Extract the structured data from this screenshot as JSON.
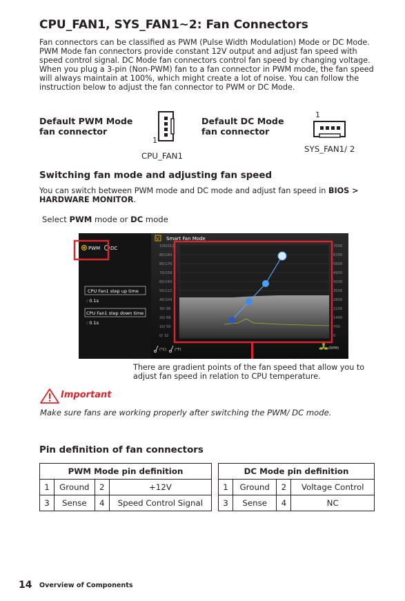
{
  "title": "CPU_FAN1, SYS_FAN1~2: Fan Connectors",
  "intro": "Fan connectors can be classified as PWM (Pulse Width Modulation) Mode or DC Mode. PWM Mode fan connectors provide constant 12V output and adjust fan speed with speed control signal. DC Mode fan connectors control fan speed by changing voltage. When you plug a 3-pin (Non-PWM) fan to a fan connector in PWM mode, the fan speed will always maintain at 100%, which might create a lot of noise. You can follow the instruction below to adjust the fan connector to PWM or DC Mode.",
  "connectors": {
    "pwm_label": "Default PWM Mode fan connector",
    "pwm_pin": "1",
    "pwm_name": "CPU_FAN1",
    "dc_label": "Default DC Mode fan connector",
    "dc_pin": "1",
    "dc_name": "SYS_FAN1/ 2"
  },
  "switching": {
    "heading": "Switching fan mode and adjusting fan speed",
    "text_before": "You can switch between PWM mode and DC mode and adjust fan speed in ",
    "text_bold": "BIOS > HARDWARE MONITOR",
    "text_after": "."
  },
  "select_caption": {
    "prefix": "Select ",
    "pwm": "PWM",
    "middle": " mode or ",
    "dc": "DC",
    "suffix": " mode"
  },
  "bios": {
    "panel_title": "Smart Fan Mode",
    "checkbox": "V",
    "pwm_option": "PWM",
    "dc_option": "DC",
    "step_up_label": "CPU Fan1 step up time",
    "step_up_value": ": 0.1s",
    "step_down_label": "CPU Fan1 step down time",
    "step_down_value": ": 0.1s",
    "y_left_ticks": [
      "100/212",
      "80/194",
      "80/176",
      "70/158",
      "60/140",
      "50/122",
      "40/104",
      "30/ 86",
      "20/ 68",
      "10/ 50",
      "0/ 32"
    ],
    "y_right_ticks": [
      "7000",
      "6300",
      "5600",
      "4900",
      "4200",
      "3500",
      "2800",
      "2100",
      "1400",
      "700",
      "0"
    ],
    "x_unit_left": "(°C)",
    "x_unit_right": "(°F)",
    "rpm_label": "(RPM)"
  },
  "gradient_note": "There are gradient points of the fan speed that allow you to adjust fan speed in relation to CPU temperature.",
  "important": {
    "label": "Important",
    "text": "Make sure fans are working properly after switching the PWM/ DC mode."
  },
  "pin_definition": {
    "heading": "Pin definition of fan connectors",
    "pwm_table": {
      "caption": "PWM Mode pin definition",
      "rows": [
        [
          "1",
          "Ground",
          "2",
          "+12V"
        ],
        [
          "3",
          "Sense",
          "4",
          "Speed Control Signal"
        ]
      ]
    },
    "dc_table": {
      "caption": "DC Mode pin definition",
      "rows": [
        [
          "1",
          "Ground",
          "2",
          "Voltage Control"
        ],
        [
          "3",
          "Sense",
          "4",
          "NC"
        ]
      ]
    }
  },
  "footer": {
    "page_number": "14",
    "section": "Overview of Components"
  },
  "colors": {
    "accent_red": "#d7262c",
    "text": "#231f20",
    "bios_bg": "#1b1b1b",
    "point_blue": "#3f8ee6"
  }
}
